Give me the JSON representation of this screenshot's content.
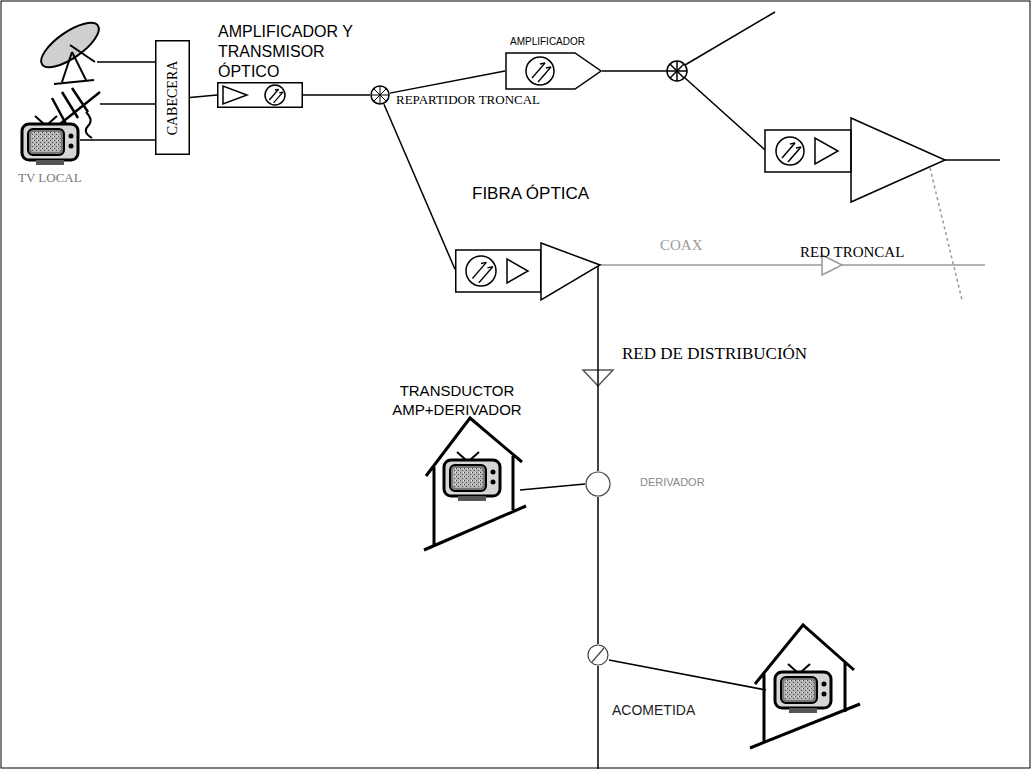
{
  "diagram": {
    "nodes": [
      {
        "text": [
          "CABECERA"
        ]
      },
      {
        "text": [
          "AMPLIFICADOR Y TRANSMISOR ÓPTICO"
        ]
      },
      {
        "text": [
          "REPARTIDOR TRONCAL"
        ]
      },
      {
        "text": [
          "AMPLIFICADOR"
        ]
      },
      {
        "text": [
          "TRANSDUCTOR AMP+DERIVADOR"
        ]
      },
      {
        "text": [
          "DERIVADOR"
        ]
      },
      {
        "text": [
          "ACOMETIDA"
        ]
      }
    ],
    "edges": [
      {
        "from": 0,
        "to": 1,
        "arrow": "none"
      },
      {
        "from": 1,
        "to": 2,
        "arrow": "none"
      },
      {
        "from": 2,
        "to": 3,
        "label": "FIBRA ÓPTICA",
        "arrow": "none"
      },
      {
        "from": 2,
        "to": 4,
        "arrow": "none"
      },
      {
        "from": 4,
        "to": 5,
        "arrow": "none"
      },
      {
        "from": 5,
        "to": 6,
        "arrow": "none"
      }
    ],
    "labels": [
      "TV LOCAL",
      "RED TRONCAL",
      "COAX",
      "RED DE DISTRIBUCIÓN"
    ]
  }
}
